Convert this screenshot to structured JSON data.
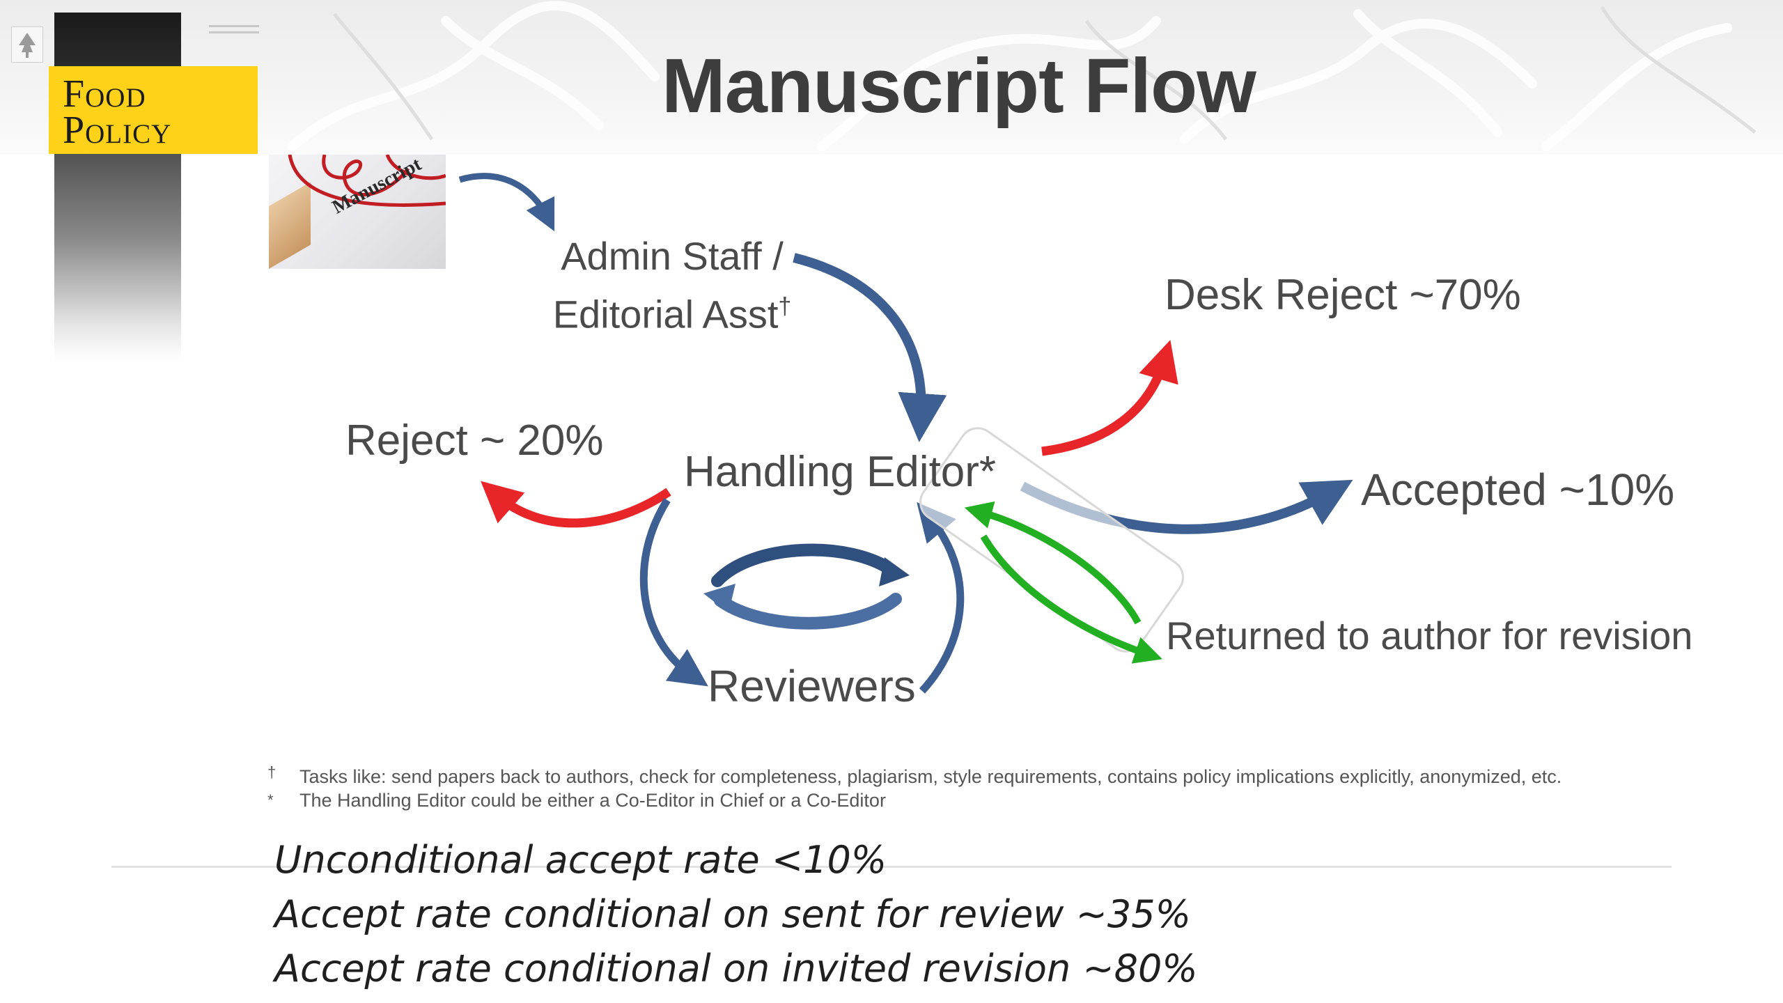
{
  "slide": {
    "title": "Manuscript Flow"
  },
  "journal": {
    "name_line1": "Food",
    "name_line2": "Policy",
    "cover_color": "#ffd21a"
  },
  "manuscript_image": {
    "label": "Manuscript"
  },
  "nodes": {
    "admin_line1": "Admin Staff /",
    "admin_line2": "Editorial Asst",
    "admin_mark": "†",
    "desk_reject": "Desk Reject ~70%",
    "reject": "Reject ~ 20%",
    "handling_editor": "Handling Editor*",
    "accepted": "Accepted ~10%",
    "returned": "Returned to author for revision",
    "reviewers": "Reviewers"
  },
  "arrow_colors": {
    "flow": "#3d5f91",
    "reject": "#e8262a",
    "revision": "#22b022"
  },
  "footnotes": [
    {
      "mark": "†",
      "text": "Tasks like: send papers back to authors, check for completeness, plagiarism, style requirements, contains policy implications explicitly, anonymized, etc."
    },
    {
      "mark": "*",
      "text": "The Handling Editor could be either a Co-Editor in Chief or a Co-Editor"
    }
  ],
  "stats": [
    "Unconditional accept rate <10%",
    "Accept rate conditional on sent for review ~35%",
    "Accept rate conditional on invited revision ~80%"
  ]
}
